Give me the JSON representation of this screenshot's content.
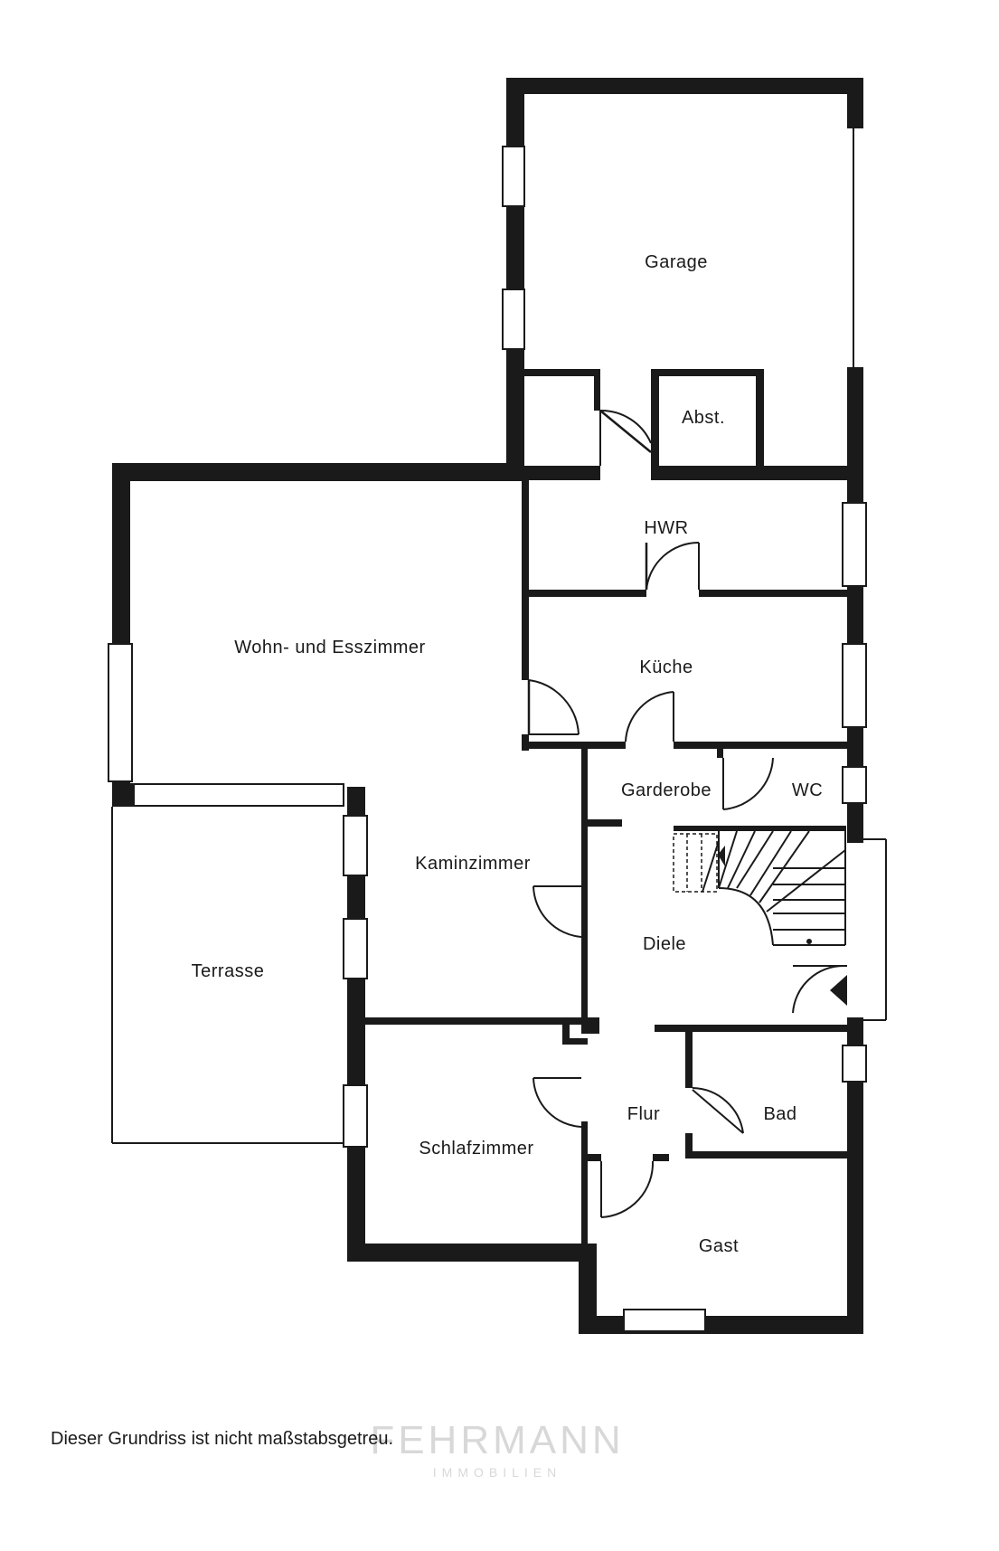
{
  "rooms": {
    "garage": "Garage",
    "abst": "Abst.",
    "hwr": "HWR",
    "wohn": "Wohn- und Esszimmer",
    "kueche": "Küche",
    "garderobe": "Garderobe",
    "wc": "WC",
    "kamin": "Kaminzimmer",
    "terrasse": "Terrasse",
    "diele": "Diele",
    "schlaf": "Schlafzimmer",
    "flur": "Flur",
    "bad": "Bad",
    "gast": "Gast"
  },
  "footer": {
    "disclaimer": "Dieser Grundriss ist nicht maßstabsgetreu."
  },
  "watermark": {
    "brand": "FEHRMANN",
    "sub": "IMMOBILIEN"
  },
  "colors": {
    "wall": "#1a1a1a",
    "background": "#ffffff",
    "watermark": "#d8d8d8"
  }
}
